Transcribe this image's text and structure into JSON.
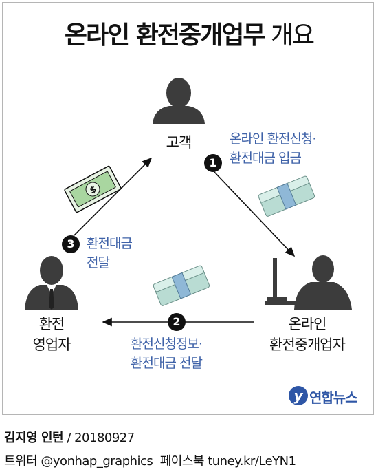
{
  "title": {
    "bold": "온라인 환전중개업무",
    "light": "개요"
  },
  "nodes": {
    "customer": "고객",
    "broker_line1": "온라인",
    "broker_line2": "환전중개업자",
    "exchanger_line1": "환전",
    "exchanger_line2": "영업자"
  },
  "steps": [
    {
      "number": "1",
      "line1": "온라인 환전신청·",
      "line2": "환전대금 입금"
    },
    {
      "number": "2",
      "line1": "환전신청정보·",
      "line2": "환전대금 전달"
    },
    {
      "number": "3",
      "line1": "환전대금",
      "line2": "전달"
    }
  ],
  "logo": {
    "mark": "y",
    "text": "연합뉴스"
  },
  "credit": {
    "author": "김지영 인턴",
    "date": "/ 20180927",
    "social": "트위터 @yonhap_graphics  페이스북 tuney.kr/LeYN1"
  },
  "colors": {
    "accent": "#3f62a8",
    "ink": "#111111",
    "figure": "#3c3c3c",
    "money": "#9fd0c4"
  }
}
